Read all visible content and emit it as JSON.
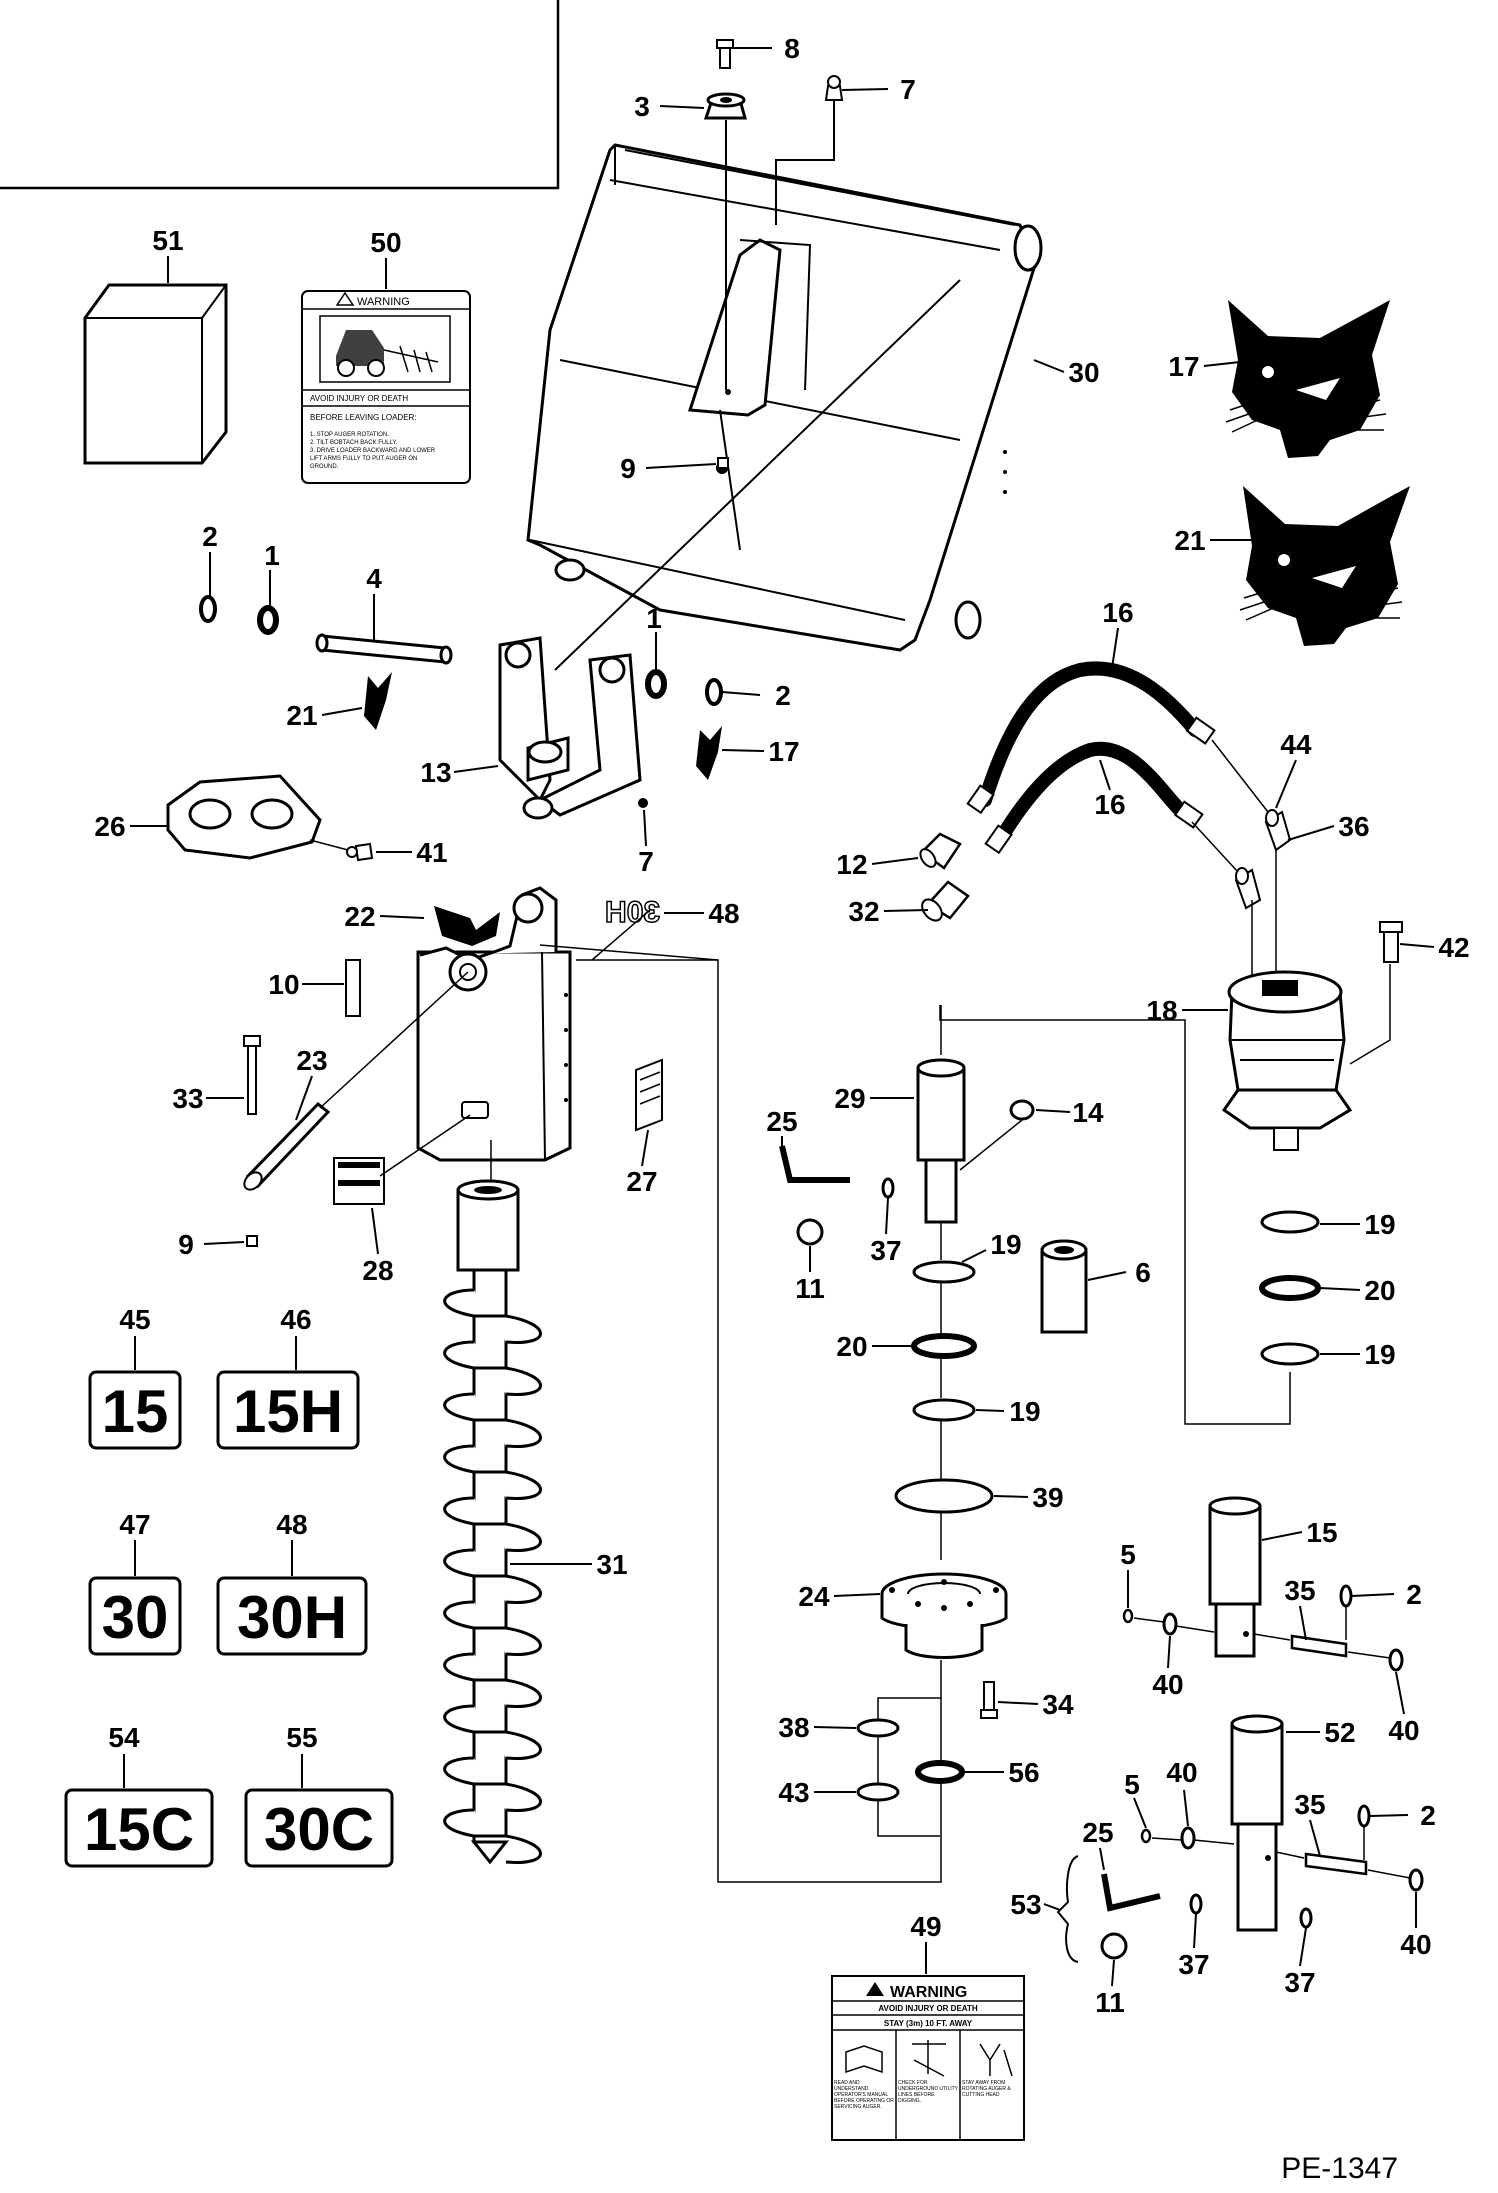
{
  "parts": [
    {
      "id": "c-1a",
      "num": "1"
    },
    {
      "id": "c-1b",
      "num": "1"
    },
    {
      "id": "c-2a",
      "num": "2"
    },
    {
      "id": "c-2b",
      "num": "2"
    },
    {
      "id": "c-2c",
      "num": "2"
    },
    {
      "id": "c-2d",
      "num": "2"
    },
    {
      "id": "c-3",
      "num": "3"
    },
    {
      "id": "c-4",
      "num": "4"
    },
    {
      "id": "c-5a",
      "num": "5"
    },
    {
      "id": "c-5b",
      "num": "5"
    },
    {
      "id": "c-6",
      "num": "6"
    },
    {
      "id": "c-7a",
      "num": "7"
    },
    {
      "id": "c-7b",
      "num": "7"
    },
    {
      "id": "c-8",
      "num": "8"
    },
    {
      "id": "c-9a",
      "num": "9"
    },
    {
      "id": "c-9b",
      "num": "9"
    },
    {
      "id": "c-10",
      "num": "10"
    },
    {
      "id": "c-11a",
      "num": "11"
    },
    {
      "id": "c-11b",
      "num": "11"
    },
    {
      "id": "c-12",
      "num": "12"
    },
    {
      "id": "c-13",
      "num": "13"
    },
    {
      "id": "c-14",
      "num": "14"
    },
    {
      "id": "c-15",
      "num": "15"
    },
    {
      "id": "c-16a",
      "num": "16"
    },
    {
      "id": "c-16b",
      "num": "16"
    },
    {
      "id": "c-17a",
      "num": "17"
    },
    {
      "id": "c-17b",
      "num": "17"
    },
    {
      "id": "c-18",
      "num": "18"
    },
    {
      "id": "c-19a",
      "num": "19"
    },
    {
      "id": "c-19b",
      "num": "19"
    },
    {
      "id": "c-19c",
      "num": "19"
    },
    {
      "id": "c-19d",
      "num": "19"
    },
    {
      "id": "c-20a",
      "num": "20"
    },
    {
      "id": "c-20b",
      "num": "20"
    },
    {
      "id": "c-21a",
      "num": "21"
    },
    {
      "id": "c-21b",
      "num": "21"
    },
    {
      "id": "c-22",
      "num": "22"
    },
    {
      "id": "c-23",
      "num": "23"
    },
    {
      "id": "c-24",
      "num": "24"
    },
    {
      "id": "c-25a",
      "num": "25"
    },
    {
      "id": "c-25b",
      "num": "25"
    },
    {
      "id": "c-26",
      "num": "26"
    },
    {
      "id": "c-27",
      "num": "27"
    },
    {
      "id": "c-28",
      "num": "28"
    },
    {
      "id": "c-29",
      "num": "29"
    },
    {
      "id": "c-30",
      "num": "30"
    },
    {
      "id": "c-31",
      "num": "31"
    },
    {
      "id": "c-32",
      "num": "32"
    },
    {
      "id": "c-33",
      "num": "33"
    },
    {
      "id": "c-34",
      "num": "34"
    },
    {
      "id": "c-35a",
      "num": "35"
    },
    {
      "id": "c-35b",
      "num": "35"
    },
    {
      "id": "c-36",
      "num": "36"
    },
    {
      "id": "c-37a",
      "num": "37"
    },
    {
      "id": "c-37b",
      "num": "37"
    },
    {
      "id": "c-37c",
      "num": "37"
    },
    {
      "id": "c-38",
      "num": "38"
    },
    {
      "id": "c-39",
      "num": "39"
    },
    {
      "id": "c-40a",
      "num": "40"
    },
    {
      "id": "c-40b",
      "num": "40"
    },
    {
      "id": "c-40c",
      "num": "40"
    },
    {
      "id": "c-40d",
      "num": "40"
    },
    {
      "id": "c-41",
      "num": "41"
    },
    {
      "id": "c-42",
      "num": "42"
    },
    {
      "id": "c-43",
      "num": "43"
    },
    {
      "id": "c-44",
      "num": "44"
    },
    {
      "id": "c-45",
      "num": "45"
    },
    {
      "id": "c-46",
      "num": "46"
    },
    {
      "id": "c-47",
      "num": "47"
    },
    {
      "id": "c-48a",
      "num": "48"
    },
    {
      "id": "c-48b",
      "num": "48"
    },
    {
      "id": "c-49",
      "num": "49"
    },
    {
      "id": "c-50",
      "num": "50"
    },
    {
      "id": "c-51",
      "num": "51"
    },
    {
      "id": "c-52",
      "num": "52"
    },
    {
      "id": "c-53",
      "num": "53"
    },
    {
      "id": "c-54",
      "num": "54"
    },
    {
      "id": "c-55",
      "num": "55"
    },
    {
      "id": "c-56",
      "num": "56"
    }
  ],
  "decals": {
    "d45": "15",
    "d46": "15H",
    "d47": "30",
    "d48": "30H",
    "d54": "15C",
    "d55": "30C",
    "mirrored_48": "30H"
  },
  "warning_small": {
    "title": "WARNING",
    "subtitle": "AVOID INJURY OR DEATH",
    "heading": "BEFORE LEAVING LOADER:",
    "lines": [
      "1. STOP AUGER ROTATION.",
      "2. TILT BOBTACH BACK FULLY.",
      "3. DRIVE LOADER BACKWARD AND LOWER",
      "LIFT ARMS FULLY TO PUT AUGER ON",
      "GROUND."
    ]
  },
  "warning_large": {
    "title": "WARNING",
    "subtitle": "AVOID INJURY OR DEATH",
    "distance": "STAY (3m) 10 FT. AWAY",
    "cells": [
      "READ AND UNDERSTAND OPERATOR'S MANUAL BEFORE OPERATING OR SERVICING AUGER.",
      "CHECK FOR UNDERGROUND UTILITY LINES BEFORE DIGGING.",
      "STAY AWAY FROM ROTATING AUGER & CUTTING HEAD"
    ]
  },
  "figure_ref": "PE-1347"
}
